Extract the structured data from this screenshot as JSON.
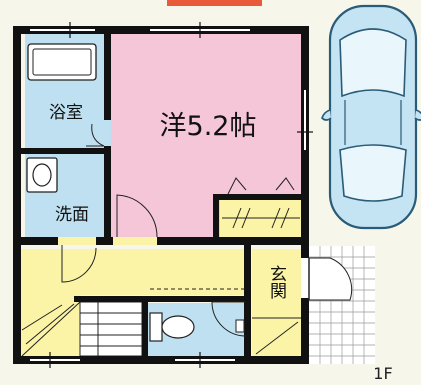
{
  "floor_plan": {
    "rooms": {
      "western_room": "洋5.2帖",
      "bathroom": "浴室",
      "washroom": "洗面",
      "entrance": "玄関"
    },
    "floor_label": "1F"
  },
  "colors": {
    "western_room": "#f4c6d8",
    "wet_area": "#bfe0f0",
    "hall": "#fbf3a6",
    "outside": "#f6f6ea",
    "wall": "#111111",
    "accent_tab": "#e85a3a"
  }
}
